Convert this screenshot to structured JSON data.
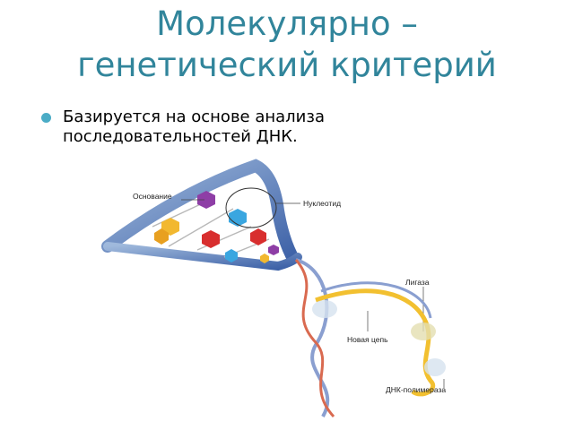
{
  "slide": {
    "title_line1": "Молекулярно –",
    "title_line2": "генетический критерий",
    "bullets": [
      {
        "line1": "Базируется на основе анализа",
        "line2": "последовательностей ДНК."
      }
    ],
    "accent_color": "#31859b",
    "bullet_color": "#4bacc6"
  },
  "figure": {
    "labels": {
      "base": "Основание",
      "nucleotide": "Нуклеотид",
      "ligase": "Лигаза",
      "new_strand": "Новая цепь",
      "polymerase": "ДНК-полимераза"
    }
  }
}
